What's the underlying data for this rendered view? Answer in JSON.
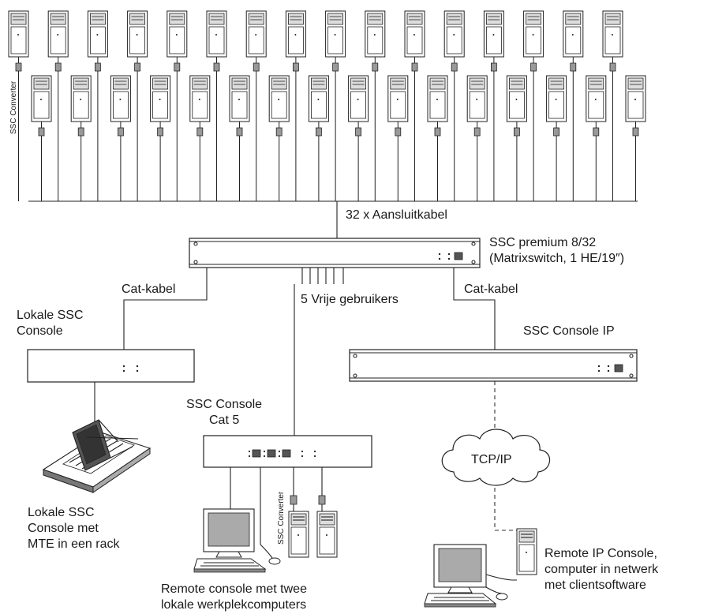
{
  "labels": {
    "cables": "32 x Aansluitkabel",
    "matrix_line1": "SSC premium 8/32",
    "matrix_line2": "(Matrixswitch, 1 HE/19″)",
    "cat_left": "Cat-kabel",
    "cat_right": "Cat-kabel",
    "free_users": "5 Vrije gebruikers",
    "local_console_line1": "Lokale SSC",
    "local_console_line2": "Console",
    "console_ip": "SSC Console IP",
    "cat5_line1": "SSC Console",
    "cat5_line2": "Cat 5",
    "tcpip": "TCP/IP",
    "rack_line1": "Lokale SSC",
    "rack_line2": "Console met",
    "rack_line3": "MTE in een rack",
    "remote_line1": "Remote console met twee",
    "remote_line2": "lokale werkplekcomputers",
    "ipconsole_line1": "Remote IP Console,",
    "ipconsole_line2": "computer in netwerk",
    "ipconsole_line3": "met clientsoftware",
    "converter_top": "SSC Converter",
    "converter_bottom": "SSC Converter"
  },
  "servers": {
    "top_row_count": 16,
    "bottom_row_count": 16
  }
}
